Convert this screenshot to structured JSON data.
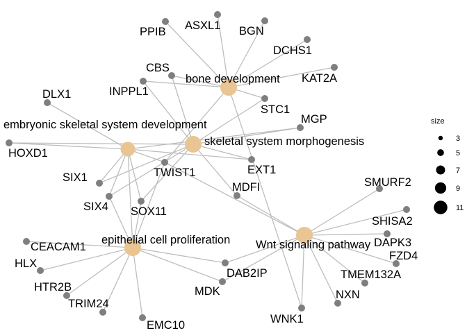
{
  "categories": [
    {
      "id": "bone",
      "label": "bone development"
    },
    {
      "id": "embryo",
      "label": "embryonic skeletal system development"
    },
    {
      "id": "skel",
      "label": "skeletal system morphogenesis"
    },
    {
      "id": "wnt",
      "label": "Wnt signaling pathway"
    },
    {
      "id": "epi",
      "label": "epithelial cell proliferation"
    }
  ],
  "genes": [
    {
      "id": "PPIB",
      "label": "PPIB"
    },
    {
      "id": "ASXL1",
      "label": "ASXL1"
    },
    {
      "id": "BGN",
      "label": "BGN"
    },
    {
      "id": "DCHS1",
      "label": "DCHS1"
    },
    {
      "id": "KAT2A",
      "label": "KAT2A"
    },
    {
      "id": "CBS",
      "label": "CBS"
    },
    {
      "id": "INPPL1",
      "label": "INPPL1"
    },
    {
      "id": "STC1",
      "label": "STC1"
    },
    {
      "id": "DLX1",
      "label": "DLX1"
    },
    {
      "id": "MGP",
      "label": "MGP"
    },
    {
      "id": "HOXD1",
      "label": "HOXD1"
    },
    {
      "id": "EXT1",
      "label": "EXT1"
    },
    {
      "id": "TWIST1",
      "label": "TWIST1"
    },
    {
      "id": "SIX1",
      "label": "SIX1"
    },
    {
      "id": "MDFI",
      "label": "MDFI"
    },
    {
      "id": "SIX4",
      "label": "SIX4"
    },
    {
      "id": "SOX11",
      "label": "SOX11"
    },
    {
      "id": "SMURF2",
      "label": "SMURF2"
    },
    {
      "id": "SHISA2",
      "label": "SHISA2"
    },
    {
      "id": "CEACAM1",
      "label": "CEACAM1"
    },
    {
      "id": "DAPK3",
      "label": "DAPK3"
    },
    {
      "id": "HLX",
      "label": "HLX"
    },
    {
      "id": "FZD4",
      "label": "FZD4"
    },
    {
      "id": "DAB2IP",
      "label": "DAB2IP"
    },
    {
      "id": "TMEM132A",
      "label": "TMEM132A"
    },
    {
      "id": "HTR2B",
      "label": "HTR2B"
    },
    {
      "id": "MDK",
      "label": "MDK"
    },
    {
      "id": "TRIM24",
      "label": "TRIM24"
    },
    {
      "id": "NXN",
      "label": "NXN"
    },
    {
      "id": "EMC10",
      "label": "EMC10"
    },
    {
      "id": "WNK1",
      "label": "WNK1"
    }
  ],
  "edges": [
    [
      "bone",
      "PPIB"
    ],
    [
      "bone",
      "ASXL1"
    ],
    [
      "bone",
      "BGN"
    ],
    [
      "bone",
      "DCHS1"
    ],
    [
      "bone",
      "KAT2A"
    ],
    [
      "bone",
      "CBS"
    ],
    [
      "bone",
      "INPPL1"
    ],
    [
      "bone",
      "STC1"
    ],
    [
      "bone",
      "TWIST1"
    ],
    [
      "bone",
      "WNK1"
    ],
    [
      "skel",
      "STC1"
    ],
    [
      "skel",
      "MGP"
    ],
    [
      "skel",
      "INPPL1"
    ],
    [
      "skel",
      "CBS"
    ],
    [
      "skel",
      "EXT1"
    ],
    [
      "skel",
      "HOXD1"
    ],
    [
      "skel",
      "SIX1"
    ],
    [
      "skel",
      "SIX4"
    ],
    [
      "skel",
      "SOX11"
    ],
    [
      "skel",
      "MDFI"
    ],
    [
      "embryo",
      "DLX1"
    ],
    [
      "embryo",
      "HOXD1"
    ],
    [
      "embryo",
      "TWIST1"
    ],
    [
      "embryo",
      "SIX1"
    ],
    [
      "embryo",
      "SIX4"
    ],
    [
      "embryo",
      "SOX11"
    ],
    [
      "embryo",
      "EXT1"
    ],
    [
      "embryo",
      "MGP"
    ],
    [
      "embryo",
      "epi"
    ],
    [
      "wnt",
      "SMURF2"
    ],
    [
      "wnt",
      "SHISA2"
    ],
    [
      "wnt",
      "DAPK3"
    ],
    [
      "wnt",
      "FZD4"
    ],
    [
      "wnt",
      "TMEM132A"
    ],
    [
      "wnt",
      "NXN"
    ],
    [
      "wnt",
      "WNK1"
    ],
    [
      "wnt",
      "DAB2IP"
    ],
    [
      "wnt",
      "MDK"
    ],
    [
      "wnt",
      "MDFI"
    ],
    [
      "wnt",
      "TWIST1"
    ],
    [
      "epi",
      "CEACAM1"
    ],
    [
      "epi",
      "HLX"
    ],
    [
      "epi",
      "HTR2B"
    ],
    [
      "epi",
      "TRIM24"
    ],
    [
      "epi",
      "EMC10"
    ],
    [
      "epi",
      "DAB2IP"
    ],
    [
      "epi",
      "MDK"
    ],
    [
      "epi",
      "SIX4"
    ],
    [
      "epi",
      "SOX11"
    ],
    [
      "epi",
      "TWIST1"
    ]
  ],
  "legend": {
    "title": "size",
    "items": [
      {
        "label": "3",
        "value": 3
      },
      {
        "label": "5",
        "value": 5
      },
      {
        "label": "7",
        "value": 7
      },
      {
        "label": "9",
        "value": 9
      },
      {
        "label": "11",
        "value": 11
      }
    ]
  },
  "colors": {
    "category_node": "#e8c592",
    "gene_node": "#7f7f7f",
    "edge": "#bdbdbd"
  }
}
